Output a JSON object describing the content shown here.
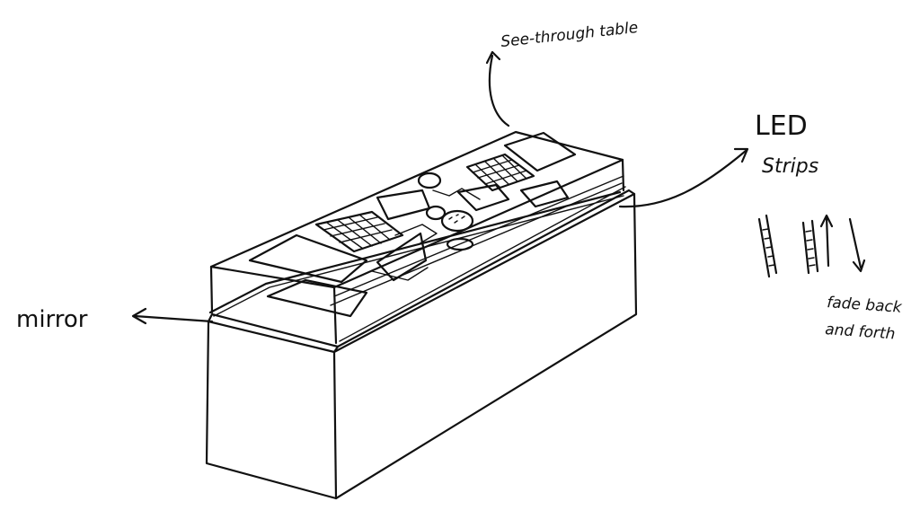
{
  "labels": {
    "see_through_table": "See-through table",
    "led": "LED",
    "strips": "Strips",
    "mirror": "mirror",
    "fade_line1": "fade back",
    "fade_line2": "and forth"
  },
  "colors": {
    "ink": "#111111",
    "paper": "#ffffff"
  }
}
